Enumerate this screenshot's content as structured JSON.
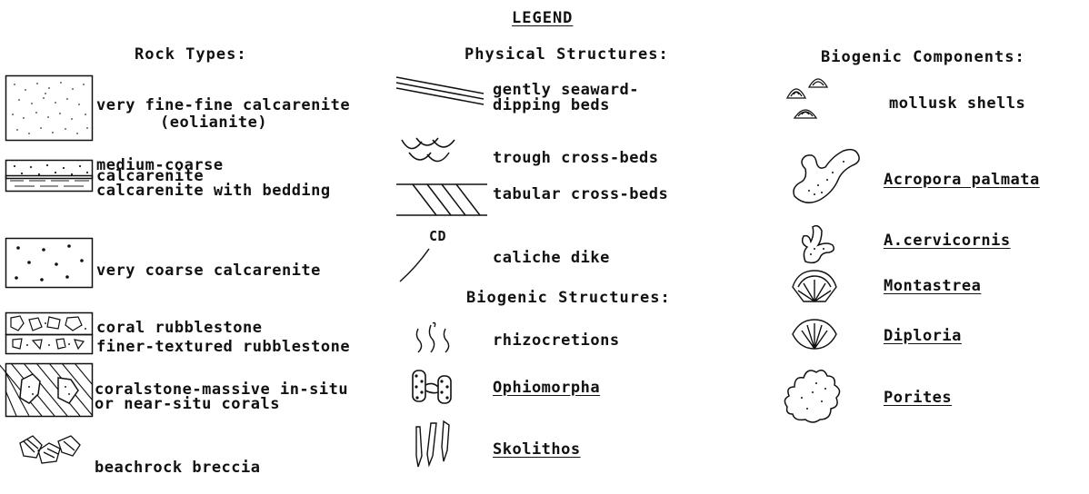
{
  "title": "LEGEND",
  "rock_types": {
    "header": "Rock Types:",
    "items": [
      {
        "line1": "very fine-fine calcarenite",
        "line2": "(eolianite)"
      },
      {
        "line1": "medium-coarse",
        "line2": "calcarenite"
      },
      {
        "line1": "calcarenite with bedding"
      },
      {
        "line1": "very coarse calcarenite"
      },
      {
        "line1": "coral rubblestone"
      },
      {
        "line1": "finer-textured rubblestone"
      },
      {
        "line1": "coralstone-massive in-situ",
        "line2": "or near-situ corals"
      },
      {
        "line1": "beachrock breccia"
      }
    ]
  },
  "physical_structures": {
    "header": "Physical Structures:",
    "items": [
      {
        "line1": "gently seaward-",
        "line2": "dipping beds"
      },
      {
        "line1": "trough cross-beds"
      },
      {
        "line1": "tabular cross-beds"
      },
      {
        "line1": "caliche dike",
        "symbol_label": "CD"
      }
    ]
  },
  "biogenic_structures": {
    "header": "Biogenic Structures:",
    "items": [
      {
        "line1": "rhizocretions"
      },
      {
        "line1": "Ophiomorpha"
      },
      {
        "line1": "Skolithos"
      }
    ]
  },
  "biogenic_components": {
    "header": "Biogenic Components:",
    "items": [
      {
        "line1": "mollusk shells"
      },
      {
        "line1": "Acropora palmata"
      },
      {
        "line1": "A.cervicornis"
      },
      {
        "line1": "Montastrea"
      },
      {
        "line1": "Diploria"
      },
      {
        "line1": "Porites"
      }
    ]
  }
}
